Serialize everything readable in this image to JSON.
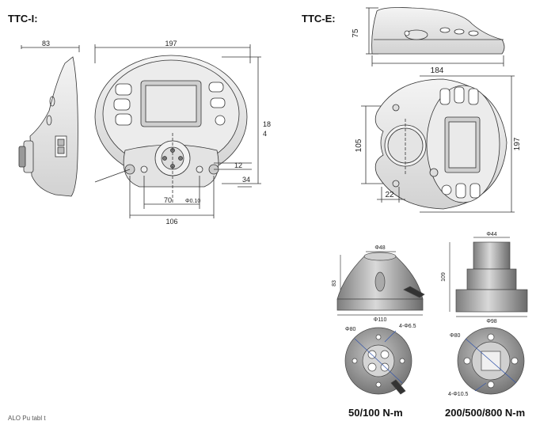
{
  "labels": {
    "ttc_i": "TTC-I:",
    "ttc_e": "TTC-E:",
    "caption_left": "50/100 N-m",
    "caption_right": "200/500/800 N-m",
    "footer_cut": "ALO Pu tabl t"
  },
  "ttc_i_dims": {
    "side_depth": "83",
    "width": "197",
    "height": "18",
    "height2": "4",
    "hole_offset": "12",
    "lower": "34",
    "inner_span": "70",
    "inner_span_small": "Φ0.10",
    "outer_span": "106"
  },
  "ttc_e_dims": {
    "height": "75",
    "length": "184",
    "width": "197",
    "height2": "105",
    "offset": "22"
  },
  "adapter_left_dims": {
    "top_dia": "Φ48",
    "height": "83",
    "base_dia": "Φ110",
    "pcd": "Φ80",
    "holes": "4-Φ6.5"
  },
  "adapter_right_dims": {
    "top_dia": "Φ44",
    "height": "109",
    "base_dia": "Φ98",
    "pcd": "Φ80",
    "holes": "4-Φ10.5"
  }
}
